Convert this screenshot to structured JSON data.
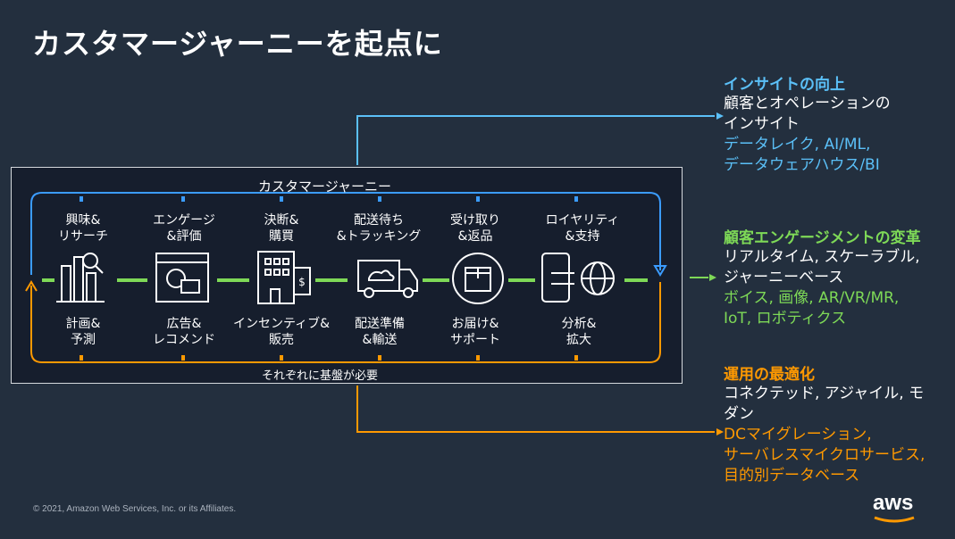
{
  "title": "カスタマージャーニーを起点に",
  "journey": {
    "top_label": "カスタマージャーニー",
    "bottom_label": "それぞれに基盤が必要",
    "stages": [
      {
        "top": "興味&\nリサーチ",
        "bottom": "計画&\n予測",
        "icon": "chart-magnifier-icon"
      },
      {
        "top": "エンゲージ\n&評価",
        "bottom": "広告&\nレコメンド",
        "icon": "browser-ad-icon"
      },
      {
        "top": "決断&\n購買",
        "bottom": "インセンティブ&\n販売",
        "icon": "store-payment-icon"
      },
      {
        "top": "配送待ち\n&トラッキング",
        "bottom": "配送準備\n&輸送",
        "icon": "delivery-truck-icon"
      },
      {
        "top": "受け取り\n&返品",
        "bottom": "お届け&\nサポート",
        "icon": "package-return-icon"
      },
      {
        "top": "ロイヤリティ\n&支持",
        "bottom": "分析&\n拡大",
        "icon": "mobile-globe-icon"
      }
    ]
  },
  "outcomes": [
    {
      "title": "インサイトの向上",
      "desc": "顧客とオペレーションの\nインサイト",
      "tech": "データレイク, AI/ML,\nデータウェアハウス/BI",
      "color": "#5bc0f8"
    },
    {
      "title": "顧客エンゲージメントの変革",
      "desc": "リアルタイム, スケーラブル,\nジャーニーベース",
      "tech": "ボイス, 画像, AR/VR/MR,\nIoT, ロボティクス",
      "color": "#7ed957"
    },
    {
      "title": "運用の最適化",
      "desc": "コネクテッド, アジャイル, モ\nダン",
      "tech": "DCマイグレーション,\nサーバレスマイクロサービス,\n目的別データベース",
      "color": "#ff9900"
    }
  ],
  "colors": {
    "blue": "#3b9cff",
    "orange": "#ff9900",
    "green": "#7ed957",
    "light_blue": "#5bc0f8"
  },
  "footer": {
    "copyright": "© 2021, Amazon Web Services, Inc. or its Affiliates.",
    "logo": "aws"
  }
}
